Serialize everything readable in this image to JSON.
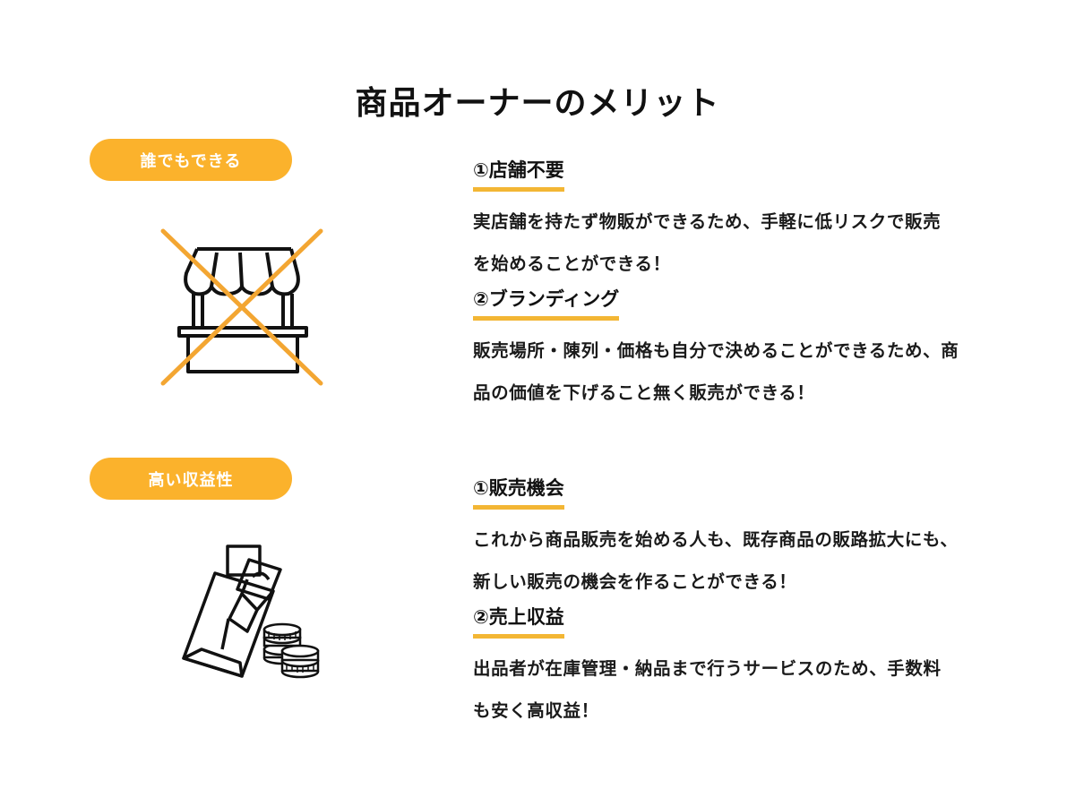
{
  "page": {
    "title": "商品オーナーのメリット"
  },
  "colors": {
    "accent": "#fbb22c",
    "underline": "#f3b634",
    "text": "#1a1a1a"
  },
  "sections": [
    {
      "badge": "誰でもできる",
      "icon": "shop-stall-crossed-out-icon",
      "points": [
        {
          "title": "①店舗不要",
          "body_lines": [
            "実店舗を持たず物販ができるため、手軽に低リスクで販売",
            "を始めることができる！"
          ]
        },
        {
          "title": "②ブランディング",
          "body_lines": [
            "販売場所・陳列・価格も自分で決めることができるため、商",
            "品の価値を下げること無く販売ができる！"
          ]
        }
      ]
    },
    {
      "badge": "高い収益性",
      "icon": "money-and-coins-icon",
      "points": [
        {
          "title": "①販売機会",
          "body_lines": [
            "これから商品販売を始める人も、既存商品の販路拡大にも、",
            "新しい販売の機会を作ることができる！"
          ]
        },
        {
          "title": "②売上収益",
          "body_lines": [
            "出品者が在庫管理・納品まで行うサービスのため、手数料",
            "も安く高収益！"
          ]
        }
      ]
    }
  ]
}
